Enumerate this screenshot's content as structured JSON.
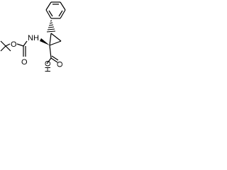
{
  "molecule": {
    "colors": {
      "ink": "#000000",
      "background": "#ffffff"
    },
    "labels": {
      "nh": "NH",
      "o_ester": "O",
      "o_carbonyl": "O",
      "ho": "HO",
      "o_acid": "O"
    }
  }
}
